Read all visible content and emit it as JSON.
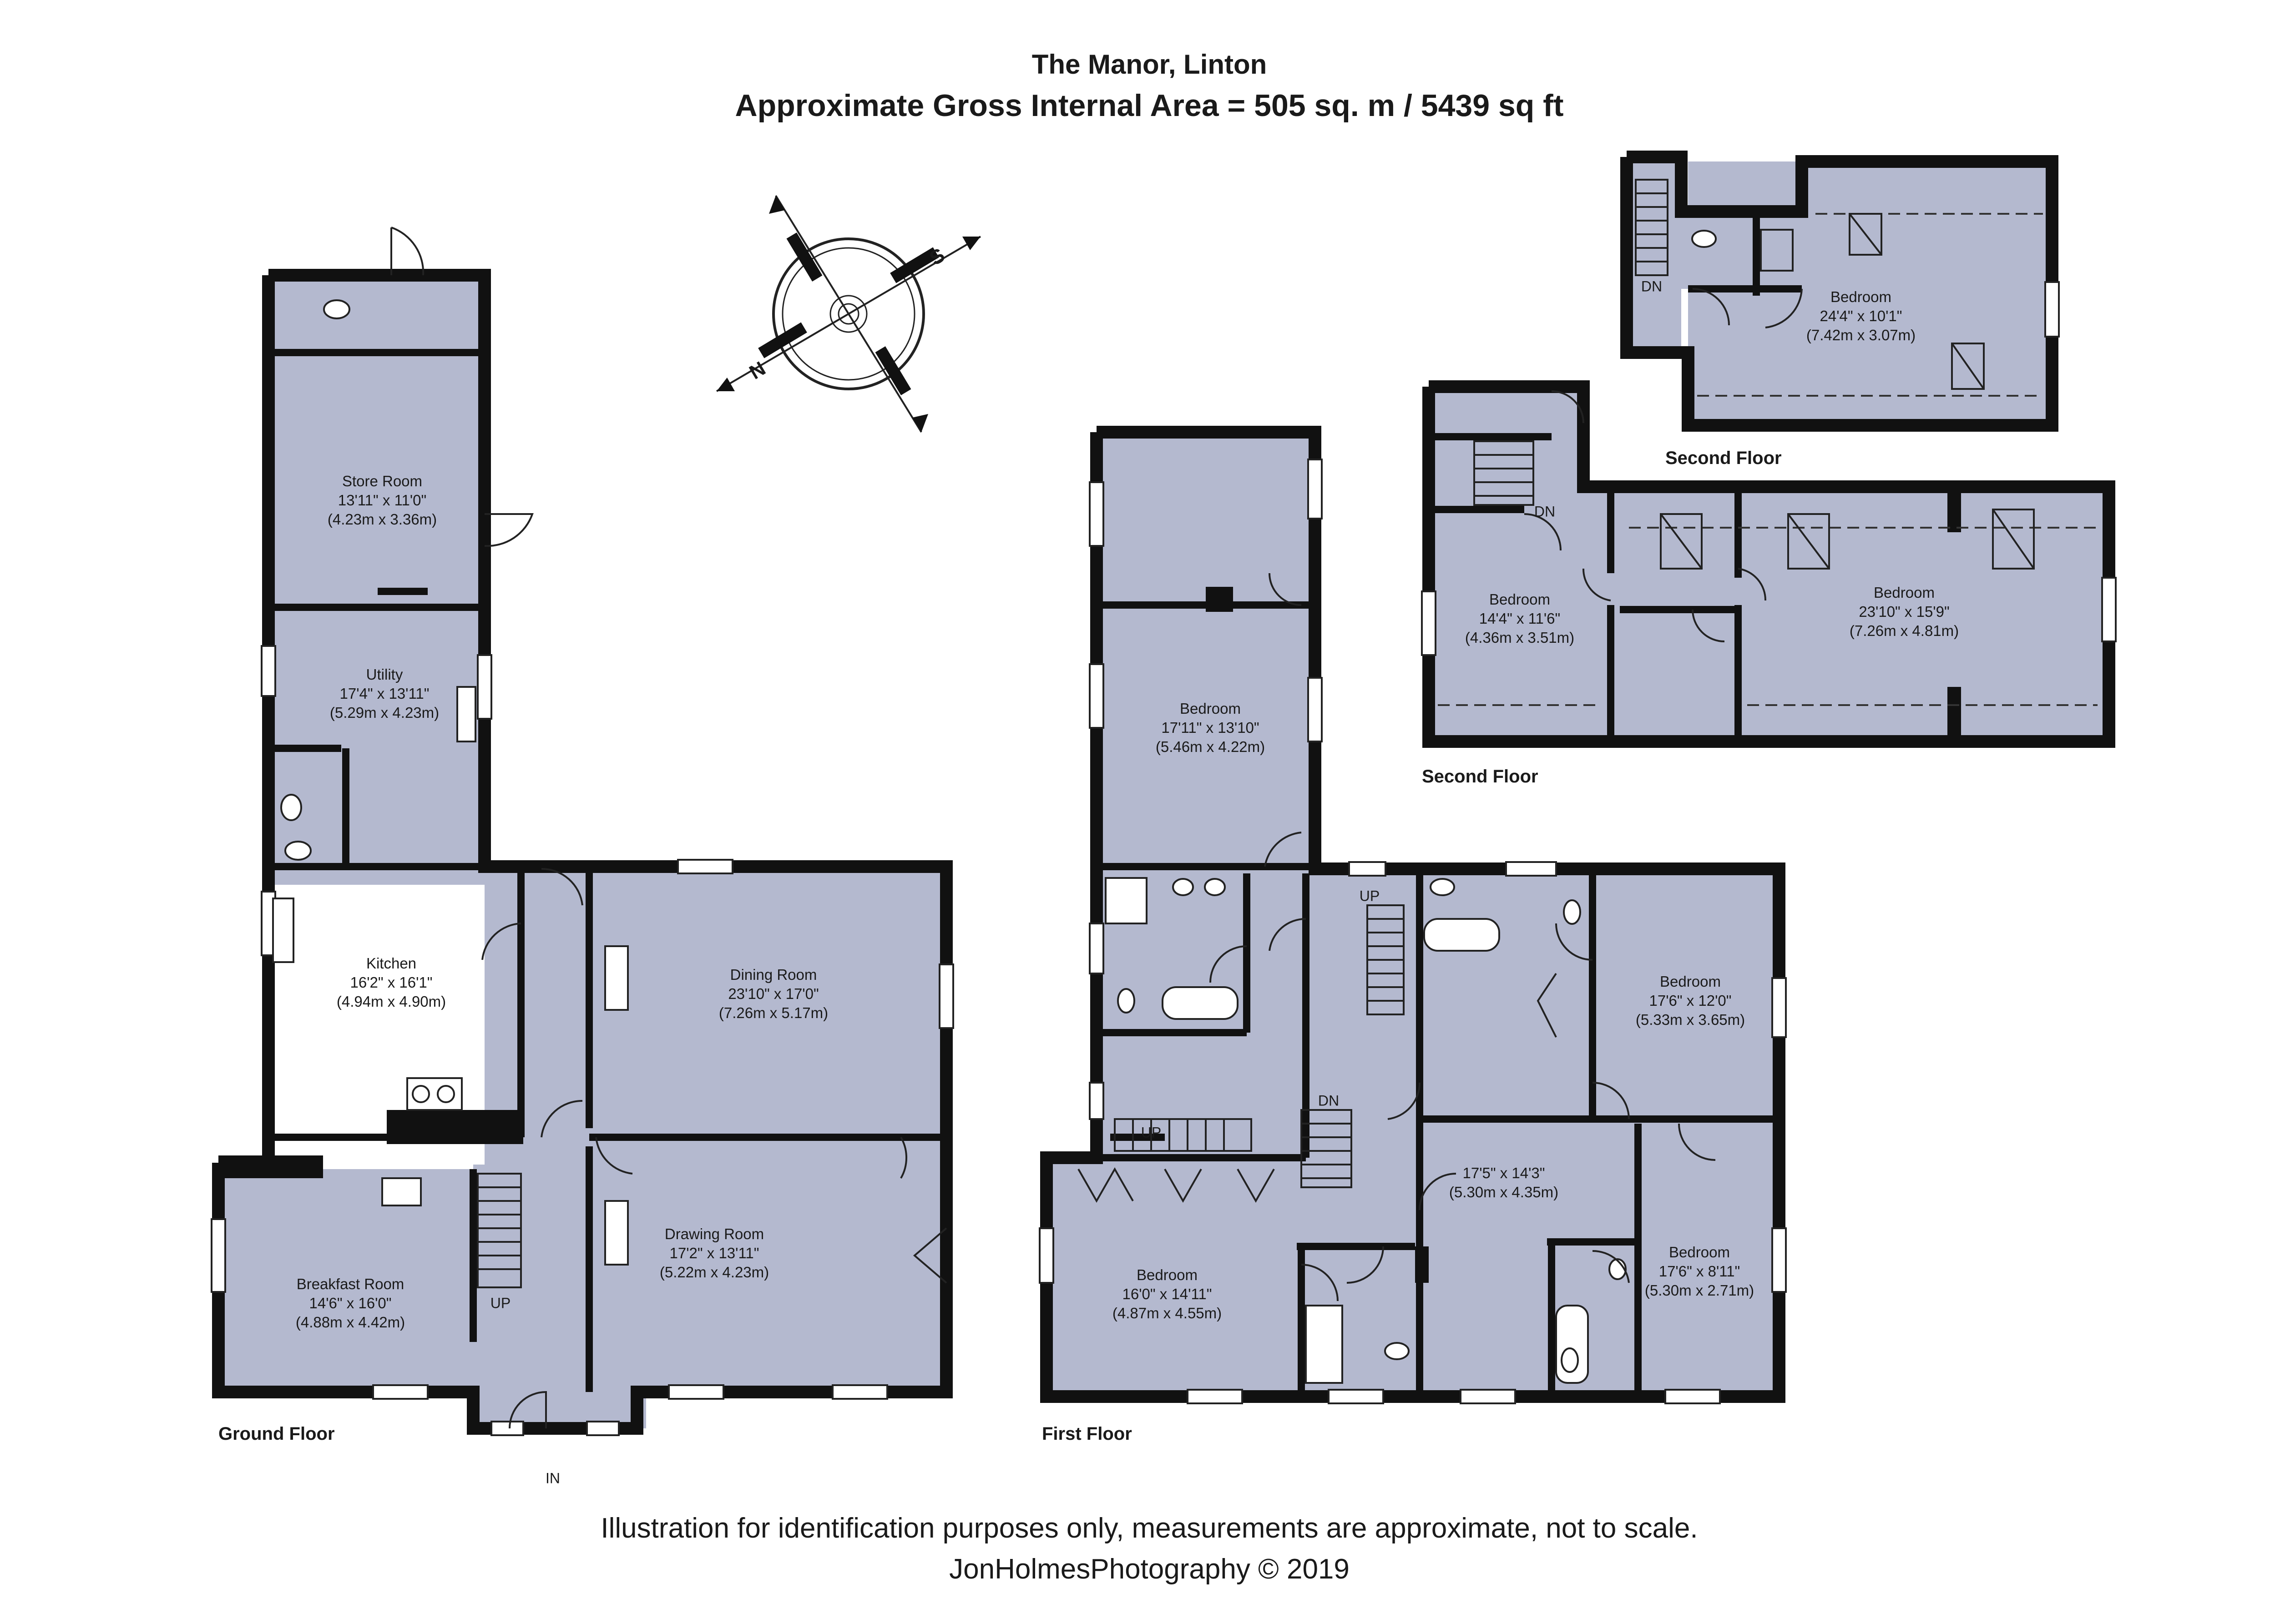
{
  "title": "The Manor, Linton",
  "subtitle": "Approximate Gross Internal Area = 505 sq. m / 5439 sq ft",
  "compass": {
    "north": "N",
    "south": "S"
  },
  "floors": {
    "ground": {
      "label": "Ground Floor",
      "entrance": "IN",
      "stair_up": "UP",
      "rooms": {
        "store_room": {
          "name": "Store Room",
          "imperial": "13'11\" x 11'0\"",
          "metric": "(4.23m x 3.36m)"
        },
        "utility": {
          "name": "Utility",
          "imperial": "17'4\" x 13'11\"",
          "metric": "(5.29m x 4.23m)"
        },
        "kitchen": {
          "name": "Kitchen",
          "imperial": "16'2\" x 16'1\"",
          "metric": "(4.94m x 4.90m)"
        },
        "dining_room": {
          "name": "Dining Room",
          "imperial": "23'10\" x 17'0\"",
          "metric": "(7.26m x 5.17m)"
        },
        "drawing_room": {
          "name": "Drawing Room",
          "imperial": "17'2\" x 13'11\"",
          "metric": "(5.22m x 4.23m)"
        },
        "breakfast_room": {
          "name": "Breakfast Room",
          "imperial": "14'6\" x 16'0\"",
          "metric": "(4.88m x 4.42m)"
        }
      }
    },
    "first": {
      "label": "First Floor",
      "stair_up_1": "UP",
      "stair_up_2": "UP",
      "stair_down": "DN",
      "rooms": {
        "bedroom_north": {
          "name": "Bedroom",
          "imperial": "17'11\" x 13'10\"",
          "metric": "(5.46m x 4.22m)"
        },
        "bedroom_west": {
          "name": "Bedroom",
          "imperial": "16'0\" x 14'11\"",
          "metric": "(4.87m x 4.55m)"
        },
        "room_centre": {
          "name": "",
          "imperial": "17'5\" x 14'3\"",
          "metric": "(5.30m x 4.35m)"
        },
        "bedroom_east_upper": {
          "name": "Bedroom",
          "imperial": "17'6\" x 12'0\"",
          "metric": "(5.33m x 3.65m)"
        },
        "bedroom_east_lower": {
          "name": "Bedroom",
          "imperial": "17'6\" x 8'11\"",
          "metric": "(5.30m x 2.71m)"
        }
      }
    },
    "second_main": {
      "label": "Second Floor",
      "stair_down": "DN",
      "rooms": {
        "bedroom_left": {
          "name": "Bedroom",
          "imperial": "14'4\" x 11'6\"",
          "metric": "(4.36m x 3.51m)"
        },
        "bedroom_right": {
          "name": "Bedroom",
          "imperial": "23'10\" x 15'9\"",
          "metric": "(7.26m x 4.81m)"
        }
      }
    },
    "second_annex": {
      "label": "Second Floor",
      "stair_down": "DN",
      "rooms": {
        "bedroom": {
          "name": "Bedroom",
          "imperial": "24'4\" x 10'1\"",
          "metric": "(7.42m x 3.07m)"
        }
      }
    }
  },
  "footer": {
    "disclaimer": "Illustration for identification purposes only, measurements are approximate, not to scale.",
    "credit": "JonHolmesPhotography © 2019"
  },
  "colors": {
    "room_fill": "#b4b9cf",
    "wall": "#111111",
    "background": "#ffffff"
  }
}
